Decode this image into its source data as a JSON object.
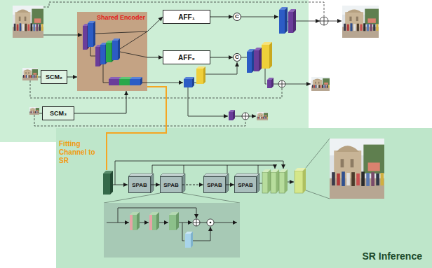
{
  "diagram": {
    "nodes": [
      {
        "text": [
          "Shared Encoder"
        ]
      },
      {
        "text": [
          "AFF₁"
        ]
      },
      {
        "text": [
          "AFF₂"
        ]
      },
      {
        "text": [
          "C"
        ]
      },
      {
        "text": [
          "SCM₂"
        ]
      },
      {
        "text": [
          "C"
        ]
      },
      {
        "text": [
          "SCM₃"
        ]
      },
      {
        "text": [
          "SR Inference"
        ]
      },
      {
        "text": [
          "SPAB"
        ],
        "in": 7
      },
      {
        "text": [
          "SPAB"
        ],
        "in": 7
      },
      {
        "text": [
          "SPAB"
        ],
        "in": 7
      },
      {
        "text": [
          "SPAB"
        ],
        "in": 7
      }
    ],
    "edges": [
      {
        "from": 0,
        "to": 1,
        "arrow": "to"
      },
      {
        "from": 0,
        "to": 2,
        "arrow": "to"
      },
      {
        "from": 1,
        "to": 3,
        "arrow": "to"
      },
      {
        "from": 2,
        "to": 5,
        "arrow": "to"
      },
      {
        "from": 4,
        "to": 0,
        "arrow": "to"
      },
      {
        "from": 6,
        "to": 0,
        "arrow": "to"
      },
      {
        "from": 0,
        "to": 7,
        "arrow": "none"
      },
      {
        "from": 8,
        "to": 9,
        "arrow": "to"
      },
      {
        "from": 9,
        "to": 10,
        "arrow": "to"
      },
      {
        "from": 10,
        "to": 11,
        "arrow": "to"
      }
    ],
    "labels": [
      "Fitting Channel to SR"
    ]
  }
}
